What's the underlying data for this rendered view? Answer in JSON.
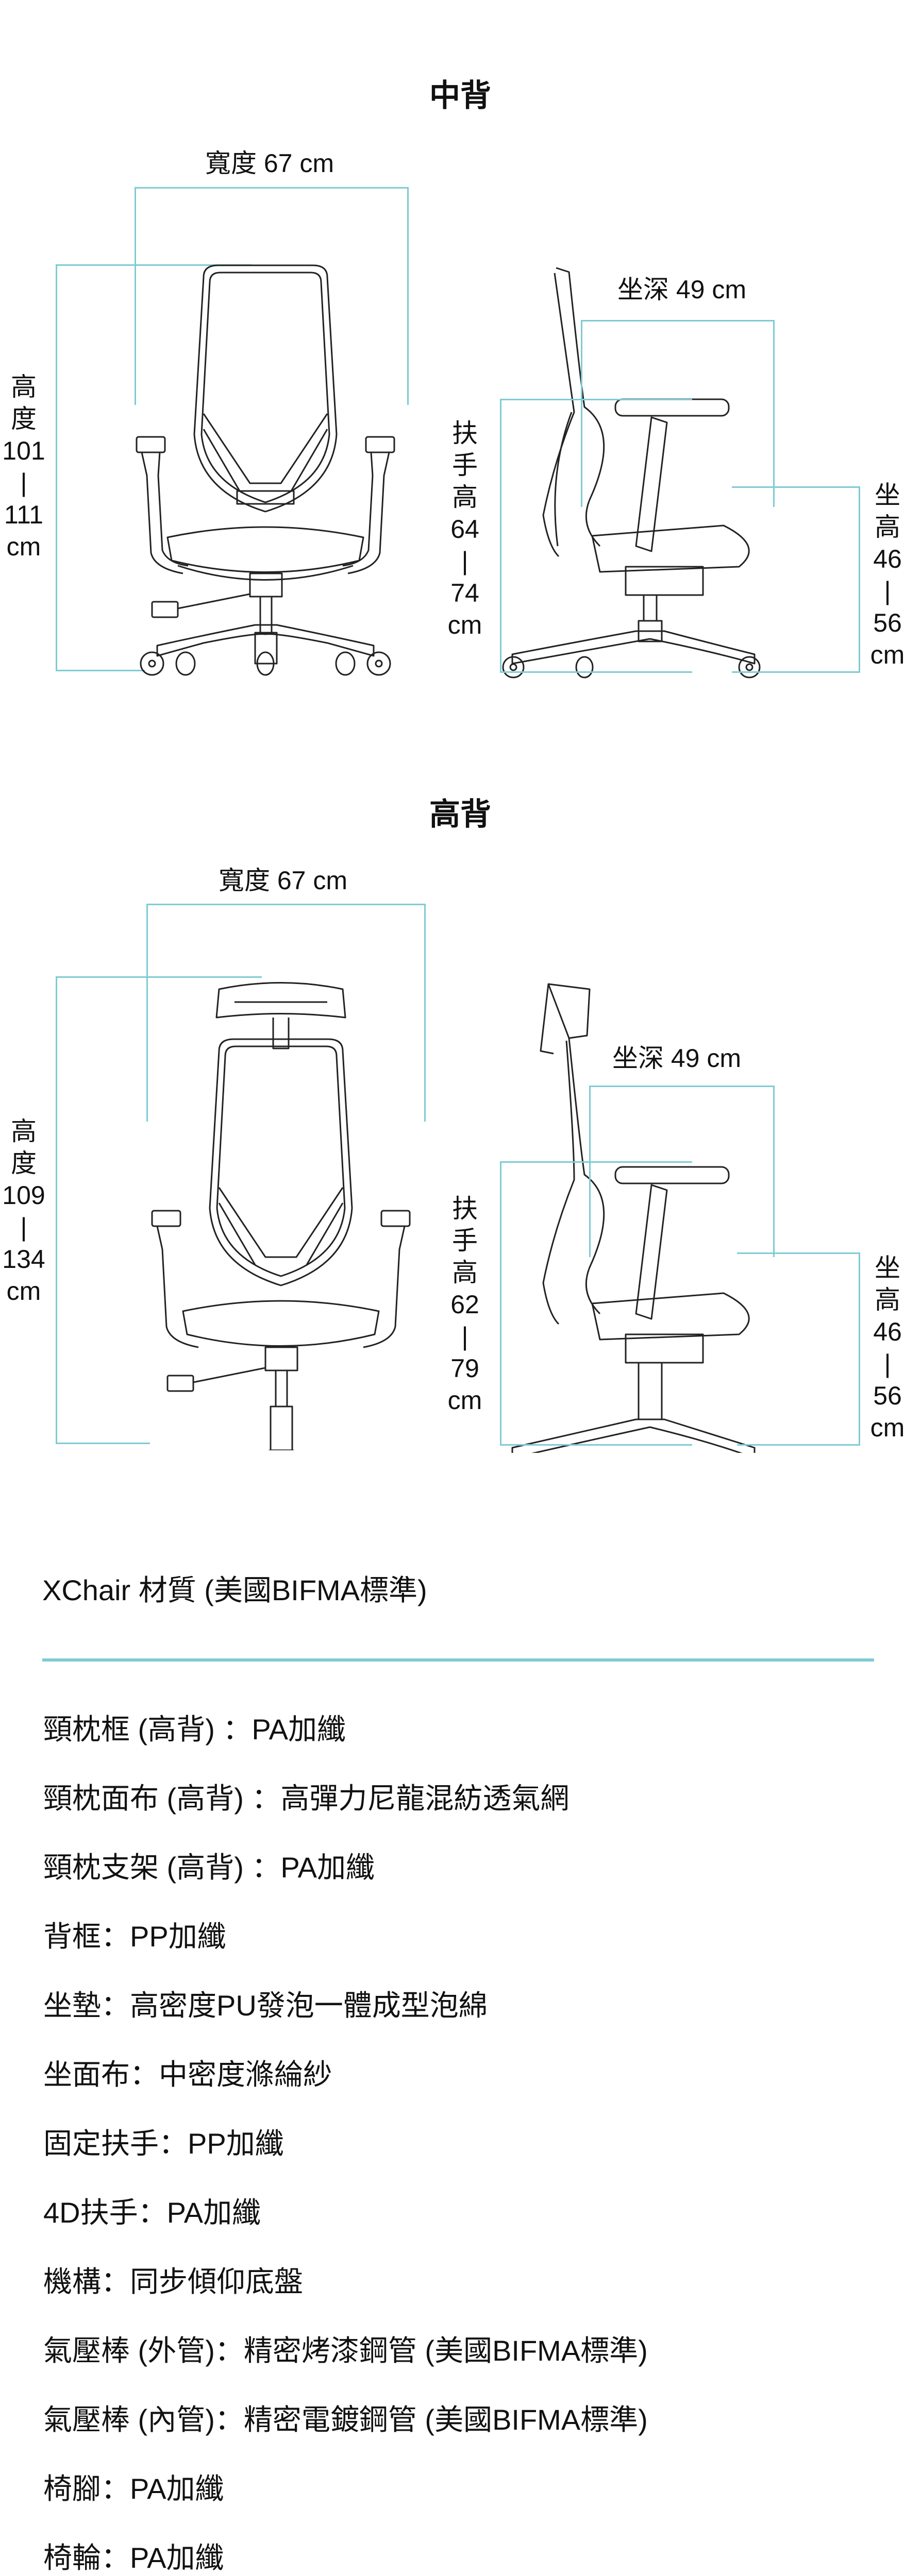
{
  "sections": [
    {
      "title": "中背",
      "width_label": "寬度 67 cm",
      "height_label": [
        "高",
        "度",
        "101",
        "|",
        "111",
        "cm"
      ],
      "depth_label": "坐深 49 cm",
      "armrest_label": [
        "扶",
        "手",
        "高",
        "64",
        "|",
        "74",
        "cm"
      ],
      "seat_label": [
        "坐",
        "高",
        "46",
        "|",
        "56",
        "cm"
      ]
    },
    {
      "title": "高背",
      "width_label": "寬度 67 cm",
      "height_label": [
        "高",
        "度",
        "109",
        "|",
        "134",
        "cm"
      ],
      "depth_label": "坐深 49 cm",
      "armrest_label": [
        "扶",
        "手",
        "高",
        "62",
        "|",
        "79",
        "cm"
      ],
      "seat_label": [
        "坐",
        "高",
        "46",
        "|",
        "56",
        "cm"
      ]
    }
  ],
  "materials": {
    "heading": "XChair 材質 (美國BIFMA標準)",
    "items": [
      "頸枕框 (高背) ：PA加纖",
      "頸枕面布 (高背) ：高彈力尼龍混紡透氣網",
      "頸枕支架 (高背) ：PA加纖",
      "背框：PP加纖",
      "坐墊：高密度PU發泡一體成型泡綿",
      "坐面布：中密度滌綸紗",
      "固定扶手：PP加纖",
      "4D扶手：PA加纖",
      "機構：同步傾仰底盤",
      "氣壓棒 (外管)：精密烤漆鋼管 (美國BIFMA標準)",
      "氣壓棒 (內管)：精密電鍍鋼管 (美國BIFMA標準)",
      "椅腳：PA加纖",
      "椅輪：PA加纖"
    ]
  },
  "colors": {
    "accent": "#7fcbd4",
    "text": "#111111"
  }
}
